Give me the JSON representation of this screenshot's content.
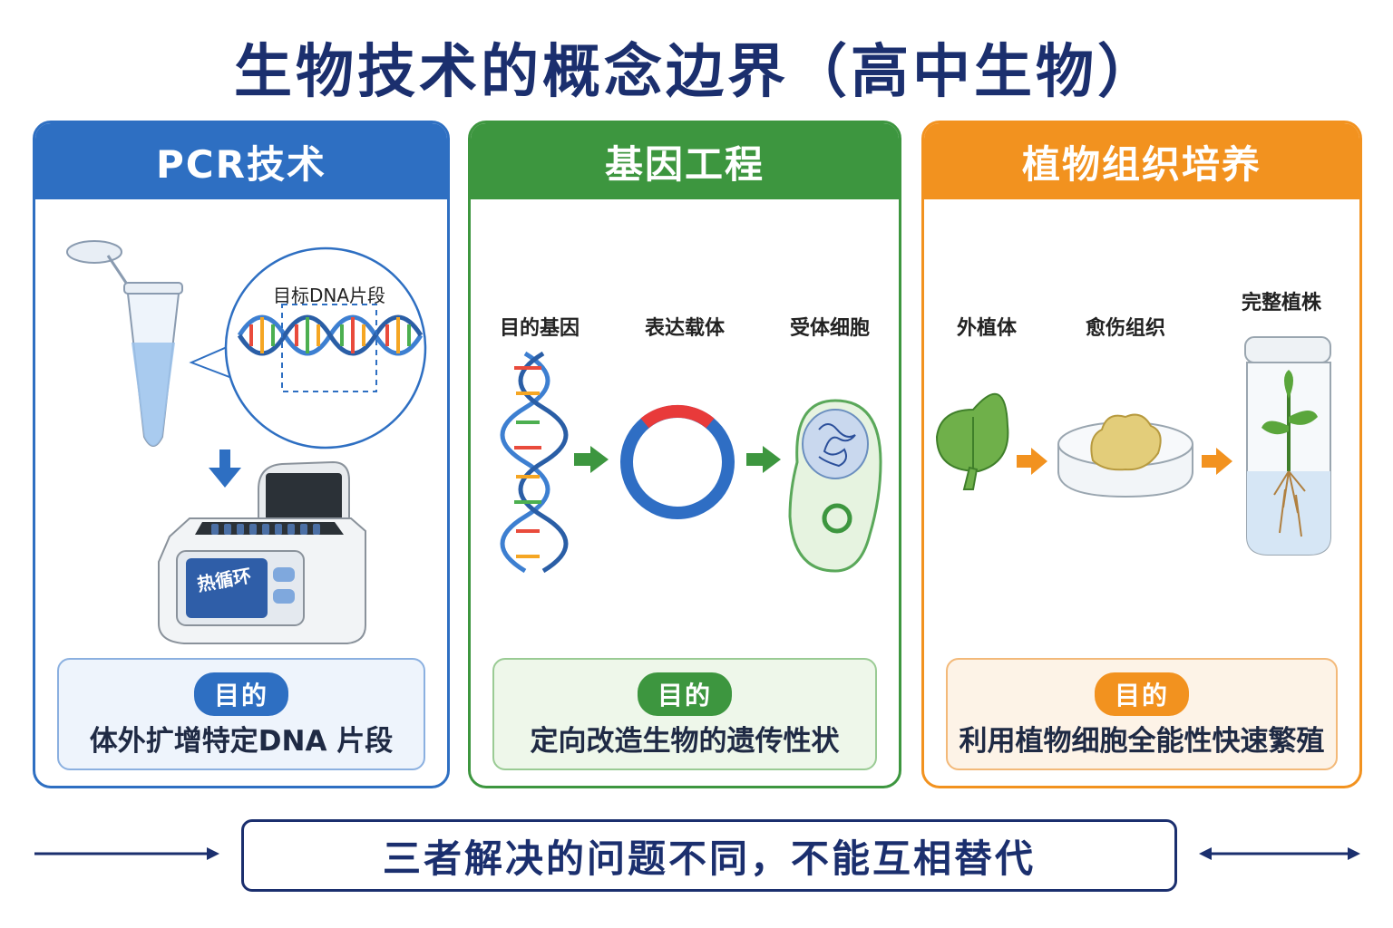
{
  "title": "生物技术的概念边界（高中生物）",
  "colors": {
    "pcr": "#2e6fc2",
    "gene": "#3d963f",
    "plant": "#f2921f",
    "navy": "#1b2f6e"
  },
  "cards": {
    "pcr": {
      "heading": "PCR技术",
      "callout_label": "目标DNA片段",
      "machine_label": "热循环",
      "purpose_tag": "目的",
      "purpose_text": "体外扩增特定DNA 片段"
    },
    "gene": {
      "heading": "基因工程",
      "stages": [
        "目的基因",
        "表达载体",
        "受体细胞"
      ],
      "purpose_tag": "目的",
      "purpose_text": "定向改造生物的遗传性状"
    },
    "plant": {
      "heading": "植物组织培养",
      "stages": [
        "外植体",
        "愈伤组织",
        "完整植株"
      ],
      "purpose_tag": "目的",
      "purpose_text": "利用植物细胞全能性快速繁殖"
    }
  },
  "footer": "三者解决的问题不同，不能互相替代"
}
